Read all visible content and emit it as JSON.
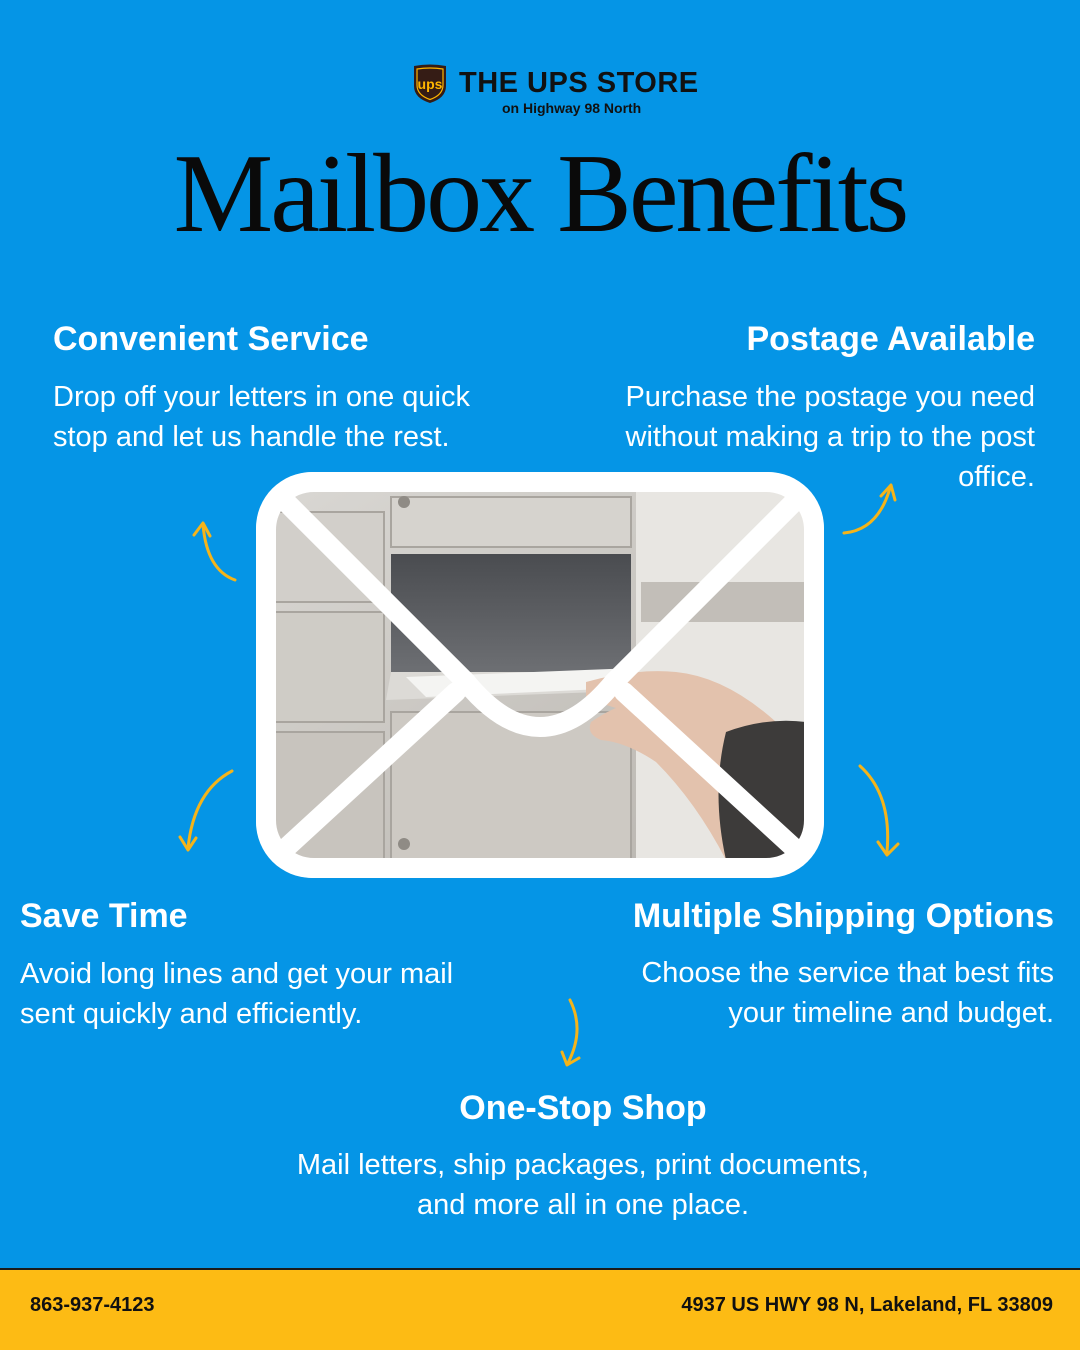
{
  "brand": {
    "logo_text": "ups",
    "name": "THE UPS STORE",
    "subtitle": "on Highway 98 North",
    "logo_icon": "ups-shield-icon"
  },
  "title": "Mailbox Benefits",
  "benefits": {
    "convenient": {
      "heading": "Convenient Service",
      "description": "Drop off your letters in one quick stop and let us handle the rest."
    },
    "postage": {
      "heading": "Postage Available",
      "description": "Purchase the postage you need without making a trip to the post office."
    },
    "save_time": {
      "heading": "Save Time",
      "description": "Avoid long lines and get your mail sent quickly and efficiently."
    },
    "shipping": {
      "heading": "Multiple Shipping Options",
      "description": "Choose the service that best fits your timeline and budget."
    },
    "one_stop": {
      "heading": "One-Stop Shop",
      "description": "Mail letters, ship packages, print documents, and more all in one place."
    }
  },
  "center_image": {
    "icon": "envelope-icon",
    "photo": "hand inserting letter into mailbox"
  },
  "footer": {
    "phone": "863-937-4123",
    "address": "4937 US HWY 98 N, Lakeland, FL 33809"
  },
  "colors": {
    "background": "#0595e6",
    "accent_yellow": "#fdbb14",
    "arrow": "#f5b41a",
    "brand_brown": "#351c15",
    "brand_gold": "#ffb500"
  }
}
